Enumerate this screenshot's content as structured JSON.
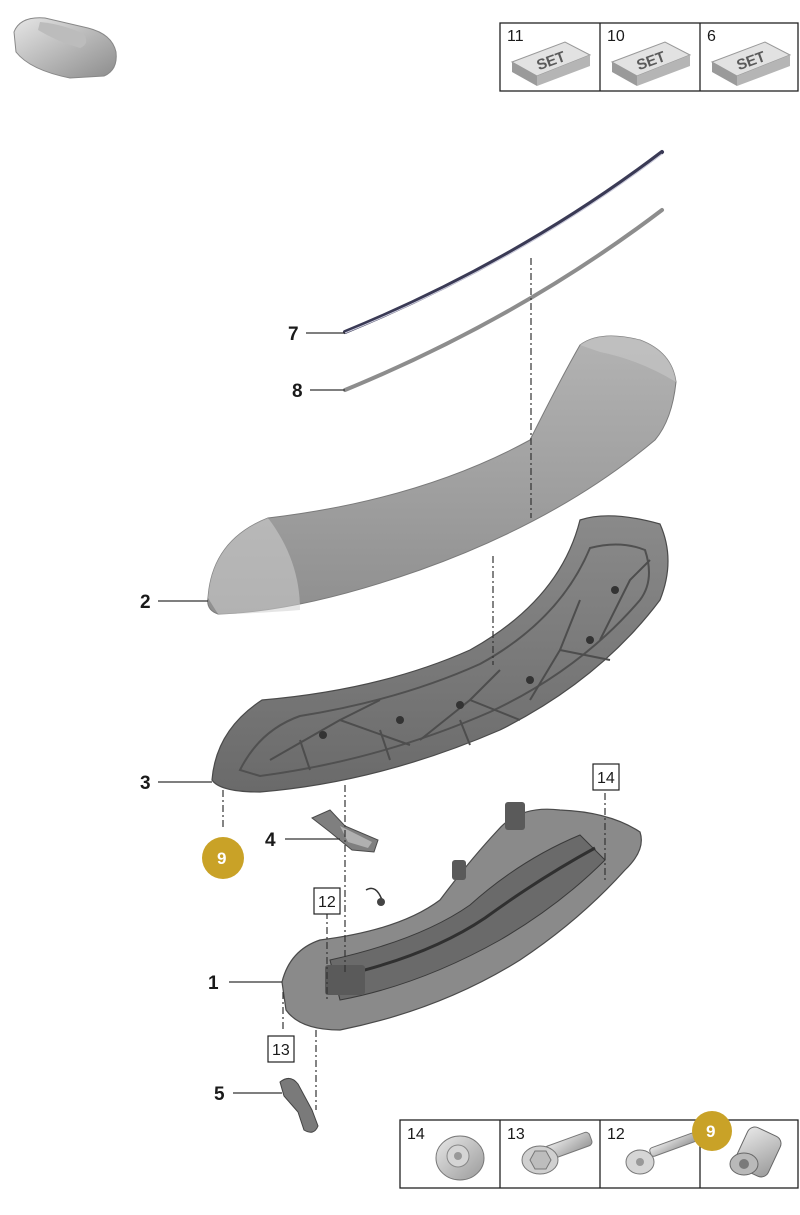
{
  "set_boxes": [
    {
      "number": "11",
      "text": "SET"
    },
    {
      "number": "10",
      "text": "SET"
    },
    {
      "number": "6",
      "text": "SET"
    }
  ],
  "part_labels": {
    "p7": "7",
    "p8": "8",
    "p2": "2",
    "p3": "3",
    "p4": "4",
    "p1": "1",
    "p5": "5"
  },
  "boxed_labels": {
    "b14": "14",
    "b12": "12",
    "b13": "13"
  },
  "badge": "9",
  "fastener_boxes": [
    {
      "number": "14",
      "icon": "collar-nut-icon"
    },
    {
      "number": "13",
      "icon": "hex-bolt-icon"
    },
    {
      "number": "12",
      "icon": "torx-screw-icon"
    },
    {
      "number": "9",
      "icon": "expanding-nut-icon"
    }
  ],
  "colors": {
    "badge_fill": "#c9a227",
    "part_gray": "#9e9e9e",
    "bracket_gray": "#6f6f6f"
  }
}
